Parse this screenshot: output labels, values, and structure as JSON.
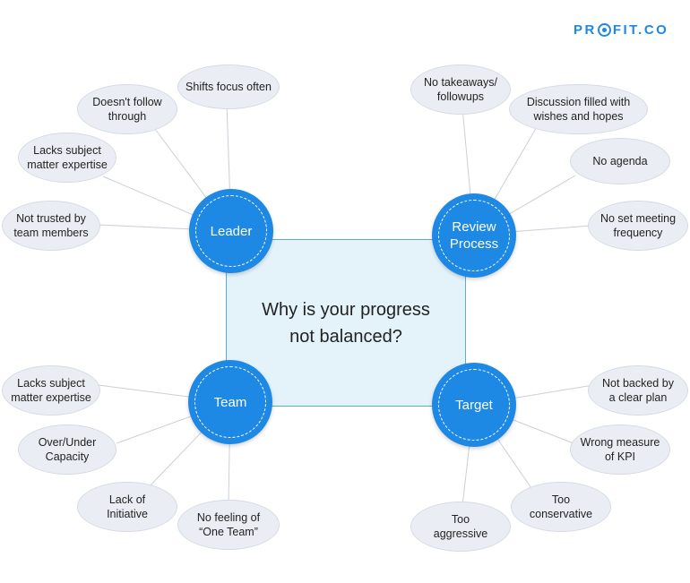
{
  "logo": {
    "pre": "PR",
    "post": "FIT.CO"
  },
  "center": {
    "title": "Why is your progress\nnot balanced?"
  },
  "hubs": {
    "leader": "Leader",
    "review": "Review\nProcess",
    "team": "Team",
    "target": "Target"
  },
  "leaves": {
    "shifts_focus": "Shifts focus often",
    "doesnt_follow": "Doesn't follow\nthrough",
    "lacks_expertise_leader": "Lacks subject\nmatter expertise",
    "not_trusted": "Not trusted by\nteam members",
    "no_takeaways": "No takeaways/\nfollowups",
    "discussion_wishes": "Discussion filled with\nwishes and hopes",
    "no_agenda": "No agenda",
    "no_meeting_freq": "No set meeting\nfrequency",
    "lacks_expertise_team": "Lacks subject\nmatter expertise",
    "over_under": "Over/Under\nCapacity",
    "lack_initiative": "Lack of\nInitiative",
    "no_one_team": "No feeling of\n“One Team”",
    "not_backed": "Not backed by\na clear plan",
    "wrong_measure": "Wrong measure\nof KPI",
    "too_conservative": "Too\nconservative",
    "too_aggressive": "Too\naggressive"
  },
  "colors": {
    "hub": "#1e88e5",
    "bubble": "#eaeef4",
    "center_fill": "#e4f3fa",
    "center_border": "#5ea8e0",
    "connector": "#c9d0d8"
  }
}
